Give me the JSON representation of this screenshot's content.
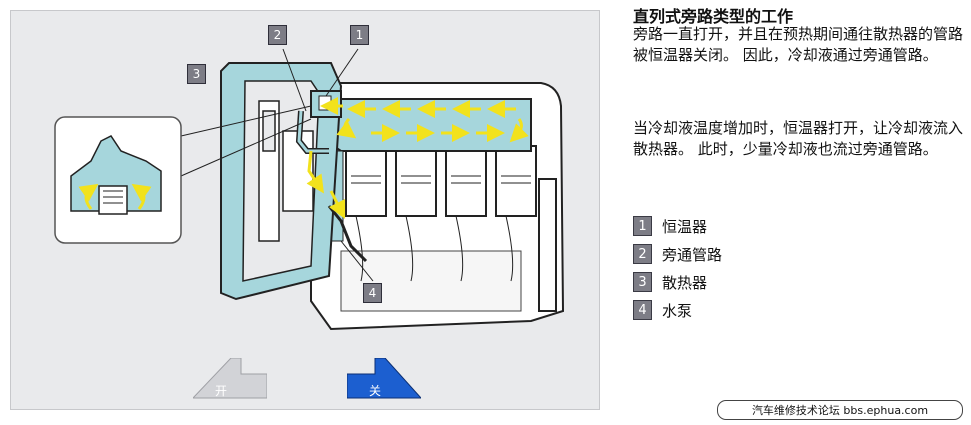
{
  "title": "直列式旁路类型的工作",
  "paragraphs": [
    "旁路一直打开，并且在预热期间通往散热器的管路被恒温器关闭。 因此，冷却液通过旁通管路。",
    "当冷却液温度增加时，恒温器打开，让冷却液流入散热器。 此时，少量冷却液也流过旁通管路。"
  ],
  "legend": [
    {
      "num": "1",
      "label": "恒温器"
    },
    {
      "num": "2",
      "label": "旁通管路"
    },
    {
      "num": "3",
      "label": "散热器"
    },
    {
      "num": "4",
      "label": "水泵"
    }
  ],
  "diagram_badges": {
    "b1": "1",
    "b2": "2",
    "b3": "3",
    "b4": "4"
  },
  "nav": {
    "open_label": "开",
    "close_label": "关"
  },
  "watermark": "汽车维修技术论坛 bbs.ephua.com",
  "colors": {
    "coolant": "#a6d6dc",
    "arrow": "#f2e21c",
    "panel": "#e9eaec",
    "badge": "#7d7d86",
    "close_button": "#1c5fd0"
  }
}
